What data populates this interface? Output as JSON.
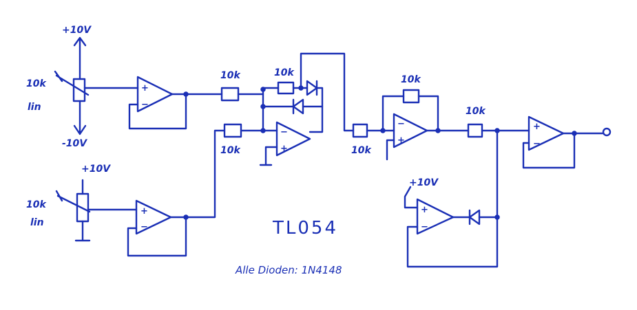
{
  "labels": {
    "pot1_supply_top": "+10V",
    "pot1_supply_bottom": "-10V",
    "pot1_value": "10k",
    "pot1_taper": "lin",
    "pot2_supply_top": "+10V",
    "pot2_value": "10k",
    "pot2_taper": "lin",
    "r_top_input": "10k",
    "r_feedback_diode": "10k",
    "r_bottom_input": "10k",
    "r_inverter_input": "10k",
    "r_inverter_feedback": "10k",
    "r_output_series": "10k",
    "comparator_supply": "+10V",
    "output_terminal": "o",
    "chip": "TL054",
    "diode_note": "Alle Dioden: 1N4148"
  },
  "opamp_signs": {
    "plus": "+",
    "minus": "−"
  },
  "colors": {
    "ink": "#1a2fb5",
    "paper": "#ffffff"
  }
}
